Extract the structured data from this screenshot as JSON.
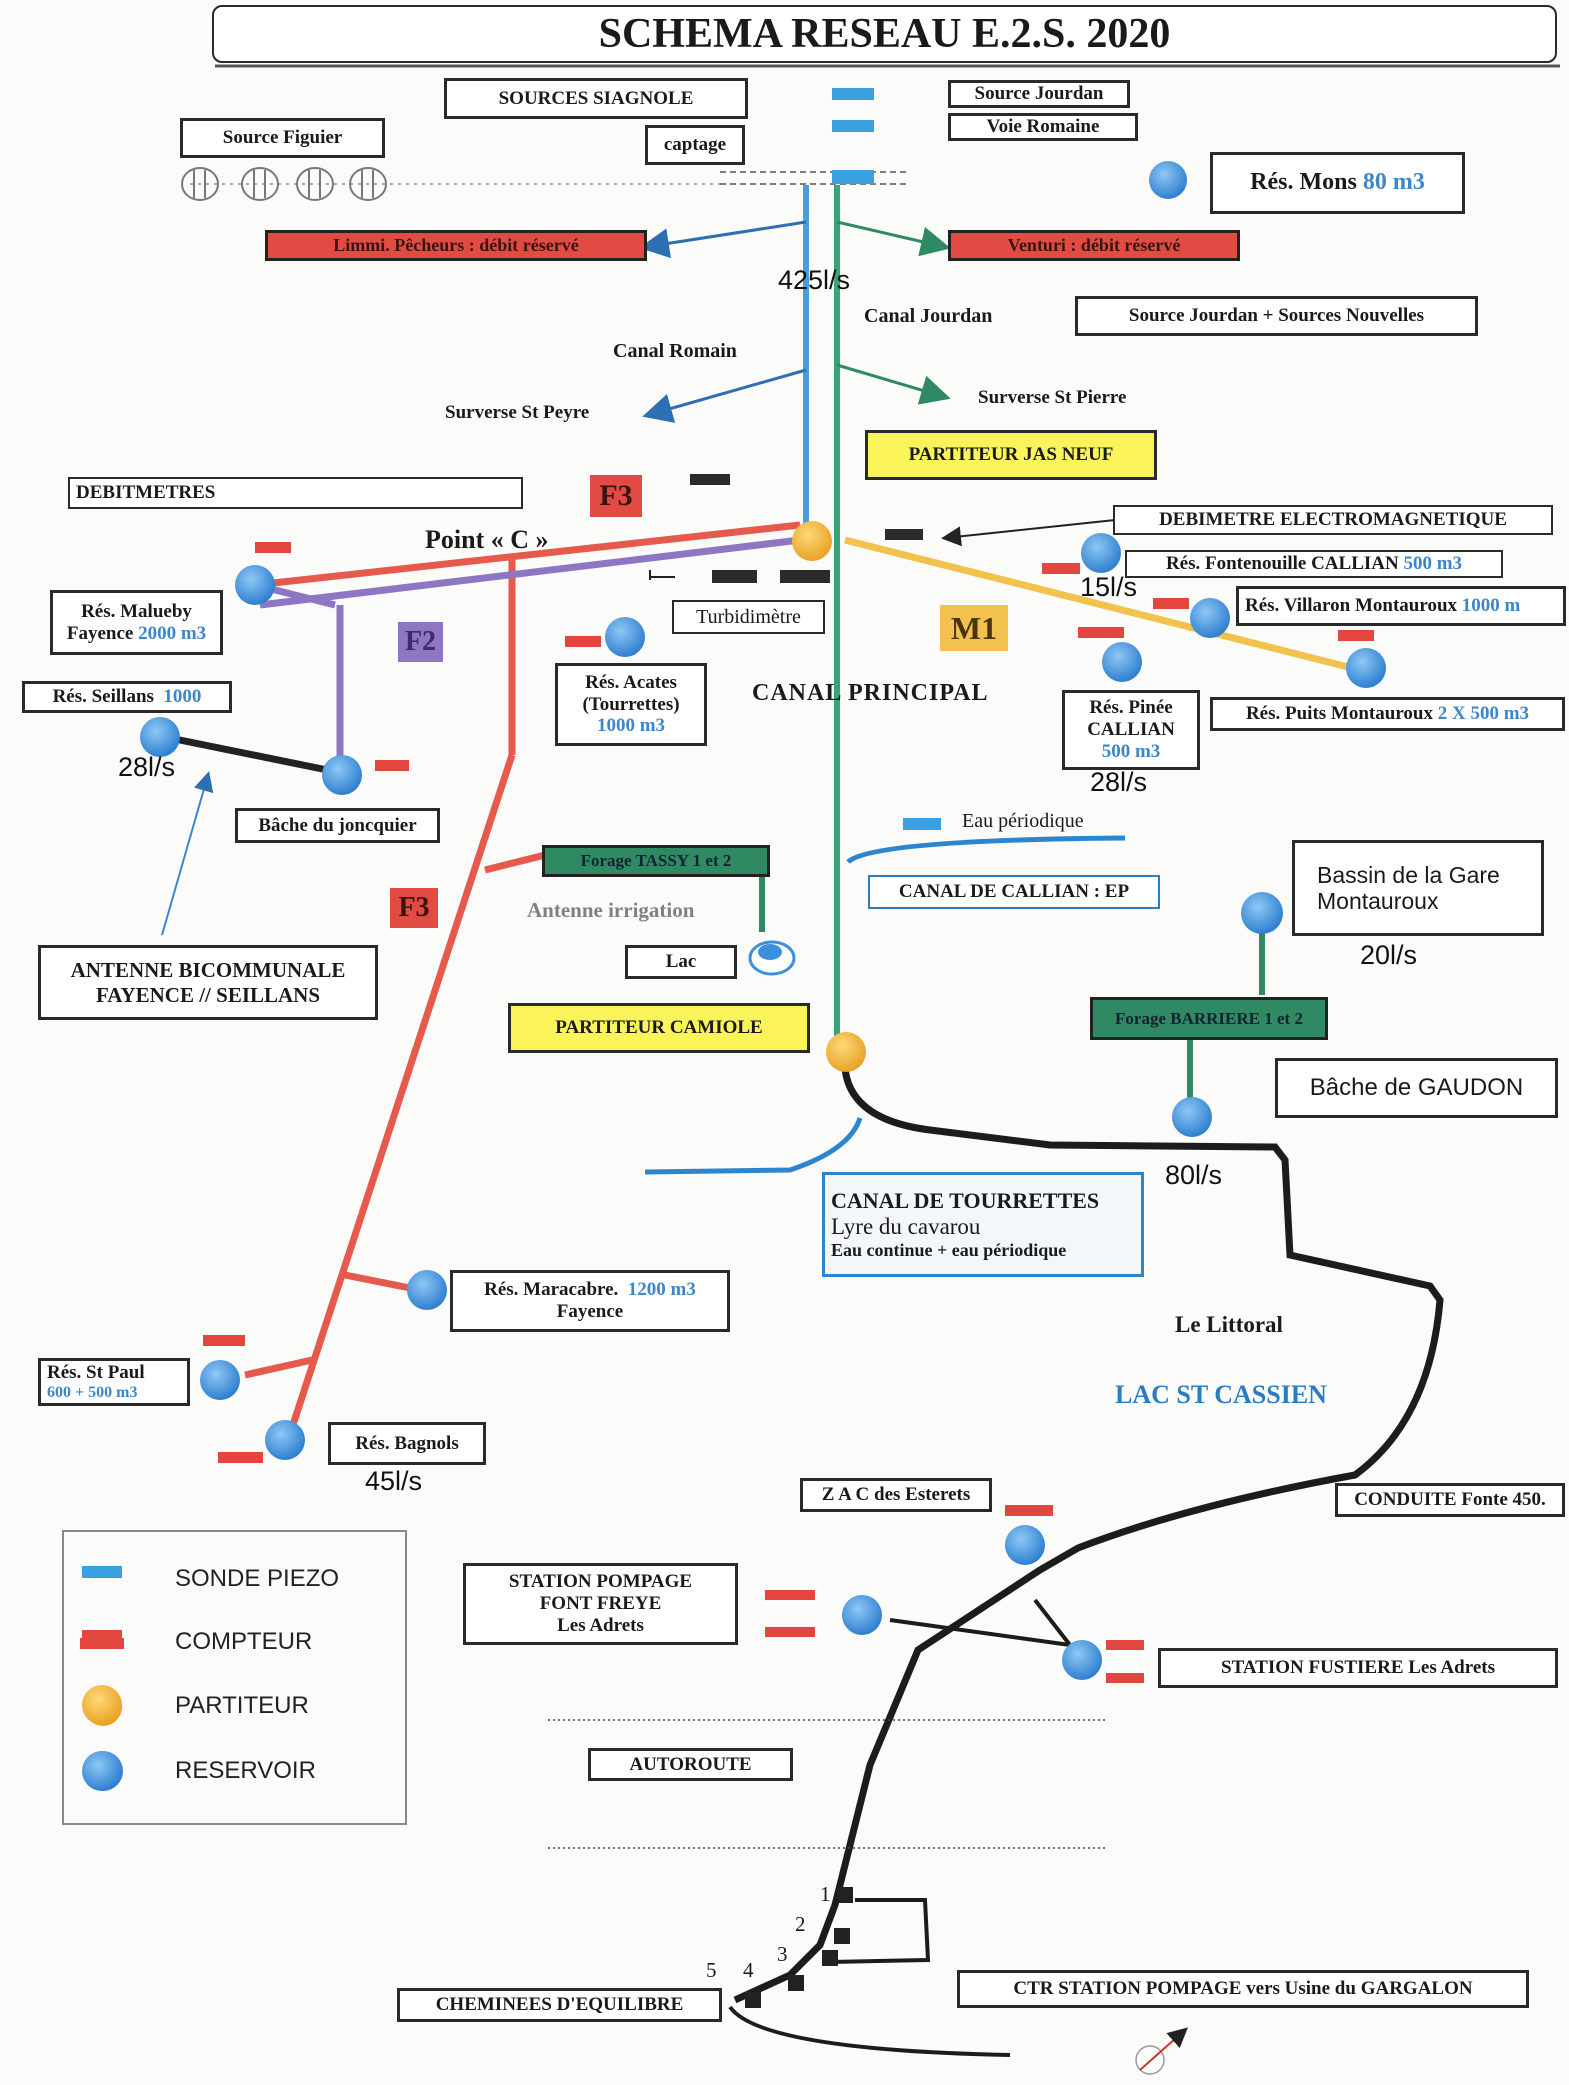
{
  "title": "SCHEMA RESEAU E.2.S. 2020",
  "colors": {
    "sonde_piezo": "#3aa0e0",
    "compteur": "#e2463f",
    "partiteur": "#f2b233",
    "reservoir": "#3b8fdc",
    "canal_romain": "#4a9be0",
    "canal_jourdan": "#3aa379",
    "f3": "#e55a4c",
    "f2": "#8d77c4",
    "m1": "#f2c14e",
    "littoral": "#1c1c1c"
  },
  "sources": {
    "siagnole": "SOURCES SIAGNOLE",
    "figuier": "Source Figuier",
    "captage": "captage",
    "source_jourdan": "Source Jourdan",
    "voie_romaine": "Voie Romaine",
    "jourdan_nouvelles": "Source Jourdan + Sources Nouvelles"
  },
  "res_mons": {
    "name": "Rés. Mons",
    "cap": "80 m3"
  },
  "limmi": "Limmi. Pêcheurs : débit réservé",
  "venturi": "Venturi : débit réservé",
  "flows": {
    "f425": "425l/s",
    "f15": "15l/s",
    "f28a": "28l/s",
    "f28b": "28l/s",
    "f20": "20l/s",
    "f80": "80l/s",
    "f45": "45l/s"
  },
  "canals": {
    "romain": "Canal Romain",
    "jourdan": "Canal Jourdan",
    "principal": "CANAL PRINCIPAL",
    "callian": "CANAL DE CALLIAN : EP",
    "eau_periodique": "Eau  périodique",
    "tourrettes_title": "CANAL DE TOURRETTES",
    "tourrettes_lyre": "Lyre du cavarou",
    "tourrettes_note": "Eau continue + eau périodique"
  },
  "surverse_peyre": "Surverse St Peyre",
  "surverse_pierre": "Surverse St Pierre",
  "partiteur_jas_neuf": "PARTITEUR JAS NEUF",
  "partiteur_camiole": "PARTITEUR CAMIOLE",
  "debitmetres": "DEBITMETRES",
  "debitmetre_em": "DEBIMETRE  ELECTROMAGNETIQUE",
  "point_c": "Point « C »",
  "labels": {
    "f3a": "F3",
    "f3b": "F3",
    "f2": "F2",
    "m1": "M1"
  },
  "turbidimetre": "Turbidimètre",
  "reservoirs": {
    "malueby": {
      "l1": "Rés. Malueby",
      "l2": "Fayence",
      "cap": "2000 m3"
    },
    "seillans": {
      "name": "Rés. Seillans",
      "cap": "1000"
    },
    "acates": {
      "l1": "Rés. Acates",
      "l2": "(Tourrettes)",
      "cap": "1000 m3"
    },
    "fontenouille": {
      "name": "Rés. Fontenouille CALLIAN",
      "cap": "500 m3"
    },
    "villaron": {
      "name": "Rés. Villaron Montauroux",
      "cap": "1000 m"
    },
    "pinee": {
      "l1": "Rés. Pinée",
      "l2": "CALLIAN",
      "cap": "500 m3"
    },
    "puits": {
      "name": "Rés. Puits Montauroux",
      "cap": "2 X 500 m3"
    },
    "maracabre": {
      "name": "Rés. Maracabre.",
      "cap": "1200 m3",
      "l2": "Fayence"
    },
    "st_paul": {
      "name": "Rés. St Paul",
      "cap": "600 + 500 m3"
    },
    "bagnols": {
      "name": "Rés. Bagnols"
    }
  },
  "bache_joncquier": "Bâche du joncquier",
  "antenne_bicommunale": {
    "l1": "ANTENNE BICOMMUNALE",
    "l2": "FAYENCE // SEILLANS"
  },
  "forage_tassy": "Forage TASSY 1 et 2",
  "antenne_irrigation": "Antenne  irrigation",
  "lac": "Lac",
  "bassin_gare": {
    "l1": "Bassin de la Gare",
    "l2": "Montauroux"
  },
  "forage_barriere": "Forage BARRIERE 1 et 2",
  "bache_gaudon": "Bâche de GAUDON",
  "littoral": "Le Littoral",
  "lac_st_cassien": "LAC ST CASSIEN",
  "conduite": "CONDUITE  Fonte 450.",
  "zac": "Z A C des Esterets",
  "station_font_freye": {
    "l1": "STATION POMPAGE",
    "l2": "FONT FREYE",
    "l3": "Les Adrets"
  },
  "station_fustiere": "STATION FUSTIERE  Les Adrets",
  "autoroute": "AUTOROUTE",
  "cheminees": "CHEMINEES D'EQUILIBRE",
  "cheminee_numbers": [
    "1",
    "2",
    "3",
    "4",
    "5"
  ],
  "ctr_station": "CTR STATION POMPAGE vers Usine  du GARGALON",
  "legend": [
    {
      "label": "SONDE PIEZO",
      "symbol": "dash-blue"
    },
    {
      "label": "COMPTEUR",
      "symbol": "dash-red"
    },
    {
      "label": "PARTITEUR",
      "symbol": "dot-orange"
    },
    {
      "label": "RESERVOIR",
      "symbol": "dot-blue"
    }
  ]
}
